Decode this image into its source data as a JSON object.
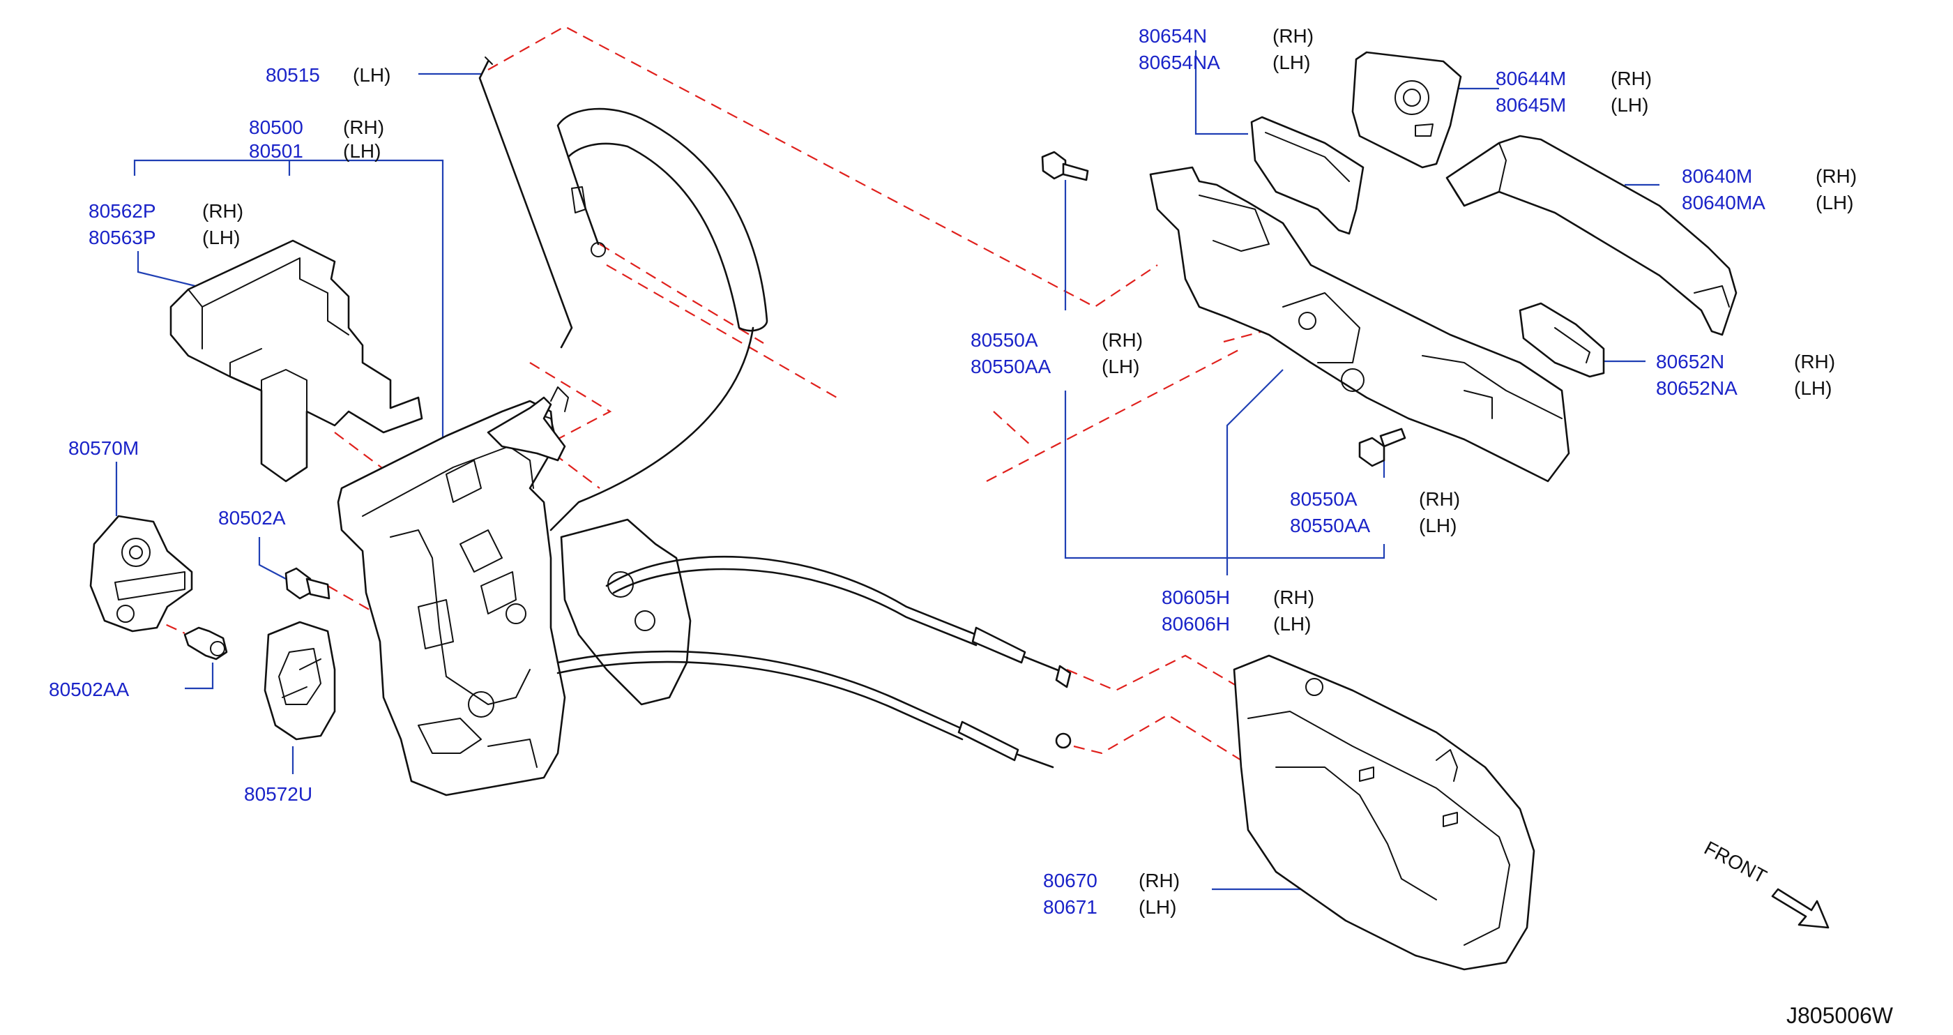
{
  "callouts": [
    {
      "id": "c-80515",
      "parts": [
        "80515"
      ],
      "sides": [
        "(LH)"
      ]
    },
    {
      "id": "c-80500",
      "parts": [
        "80500",
        "80501"
      ],
      "sides": [
        "(RH)",
        "(LH)"
      ]
    },
    {
      "id": "c-80562",
      "parts": [
        "80562P",
        "80563P"
      ],
      "sides": [
        "(RH)",
        "(LH)"
      ]
    },
    {
      "id": "c-80570",
      "parts": [
        "80570M"
      ],
      "sides": []
    },
    {
      "id": "c-80502a",
      "parts": [
        "80502A"
      ],
      "sides": []
    },
    {
      "id": "c-80502aa",
      "parts": [
        "80502AA"
      ],
      "sides": []
    },
    {
      "id": "c-80572",
      "parts": [
        "80572U"
      ],
      "sides": []
    },
    {
      "id": "c-80654",
      "parts": [
        "80654N",
        "80654NA"
      ],
      "sides": [
        "(RH)",
        "(LH)"
      ]
    },
    {
      "id": "c-80644",
      "parts": [
        "80644M",
        "80645M"
      ],
      "sides": [
        "(RH)",
        "(LH)"
      ]
    },
    {
      "id": "c-80640",
      "parts": [
        "80640M",
        "80640MA"
      ],
      "sides": [
        "(RH)",
        "(LH)"
      ]
    },
    {
      "id": "c-80550-top",
      "parts": [
        "80550A",
        "80550AA"
      ],
      "sides": [
        "(RH)",
        "(LH)"
      ]
    },
    {
      "id": "c-80652",
      "parts": [
        "80652N",
        "80652NA"
      ],
      "sides": [
        "(RH)",
        "(LH)"
      ]
    },
    {
      "id": "c-80550-bottom",
      "parts": [
        "80550A",
        "80550AA"
      ],
      "sides": [
        "(RH)",
        "(LH)"
      ]
    },
    {
      "id": "c-80605",
      "parts": [
        "80605H",
        "80606H"
      ],
      "sides": [
        "(RH)",
        "(LH)"
      ]
    },
    {
      "id": "c-80670",
      "parts": [
        "80670",
        "80671"
      ],
      "sides": [
        "(RH)",
        "(LH)"
      ]
    }
  ],
  "front_label": "FRONT",
  "diagram_code": "J805006W",
  "colors": {
    "part_number": "#1a23c8",
    "leader_line": "#1f3fb4",
    "dashed_guide": "#e0201c",
    "outline": "#111111"
  }
}
